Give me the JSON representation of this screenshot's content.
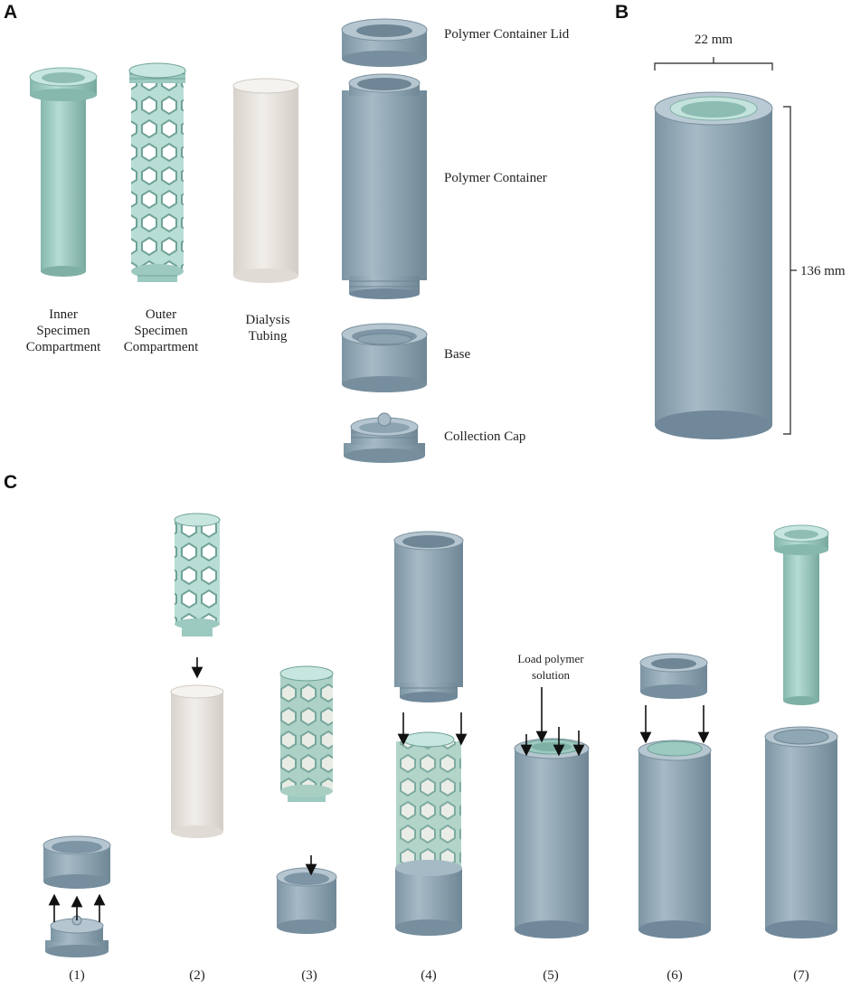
{
  "panels": {
    "a": {
      "letter": "A"
    },
    "b": {
      "letter": "B",
      "width_label": "22 mm",
      "height_label": "136 mm"
    },
    "c": {
      "letter": "C",
      "load_label_line1": "Load polymer",
      "load_label_line2": "solution"
    }
  },
  "parts_left": [
    {
      "lines": [
        "Inner",
        "Specimen",
        "Compartment"
      ]
    },
    {
      "lines": [
        "Outer",
        "Specimen",
        "Compartment"
      ]
    },
    {
      "lines": [
        "Dialysis",
        "Tubing"
      ]
    }
  ],
  "parts_right": [
    "Polymer Container Lid",
    "Polymer Container",
    "Base",
    "Collection Cap"
  ],
  "steps": [
    "(1)",
    "(2)",
    "(3)",
    "(4)",
    "(5)",
    "(6)",
    "(7)"
  ],
  "colors": {
    "container": "#8ea5b3",
    "teal": "#9cc9c0",
    "tubing": "#e6e2dc",
    "arrow": "#111111"
  }
}
